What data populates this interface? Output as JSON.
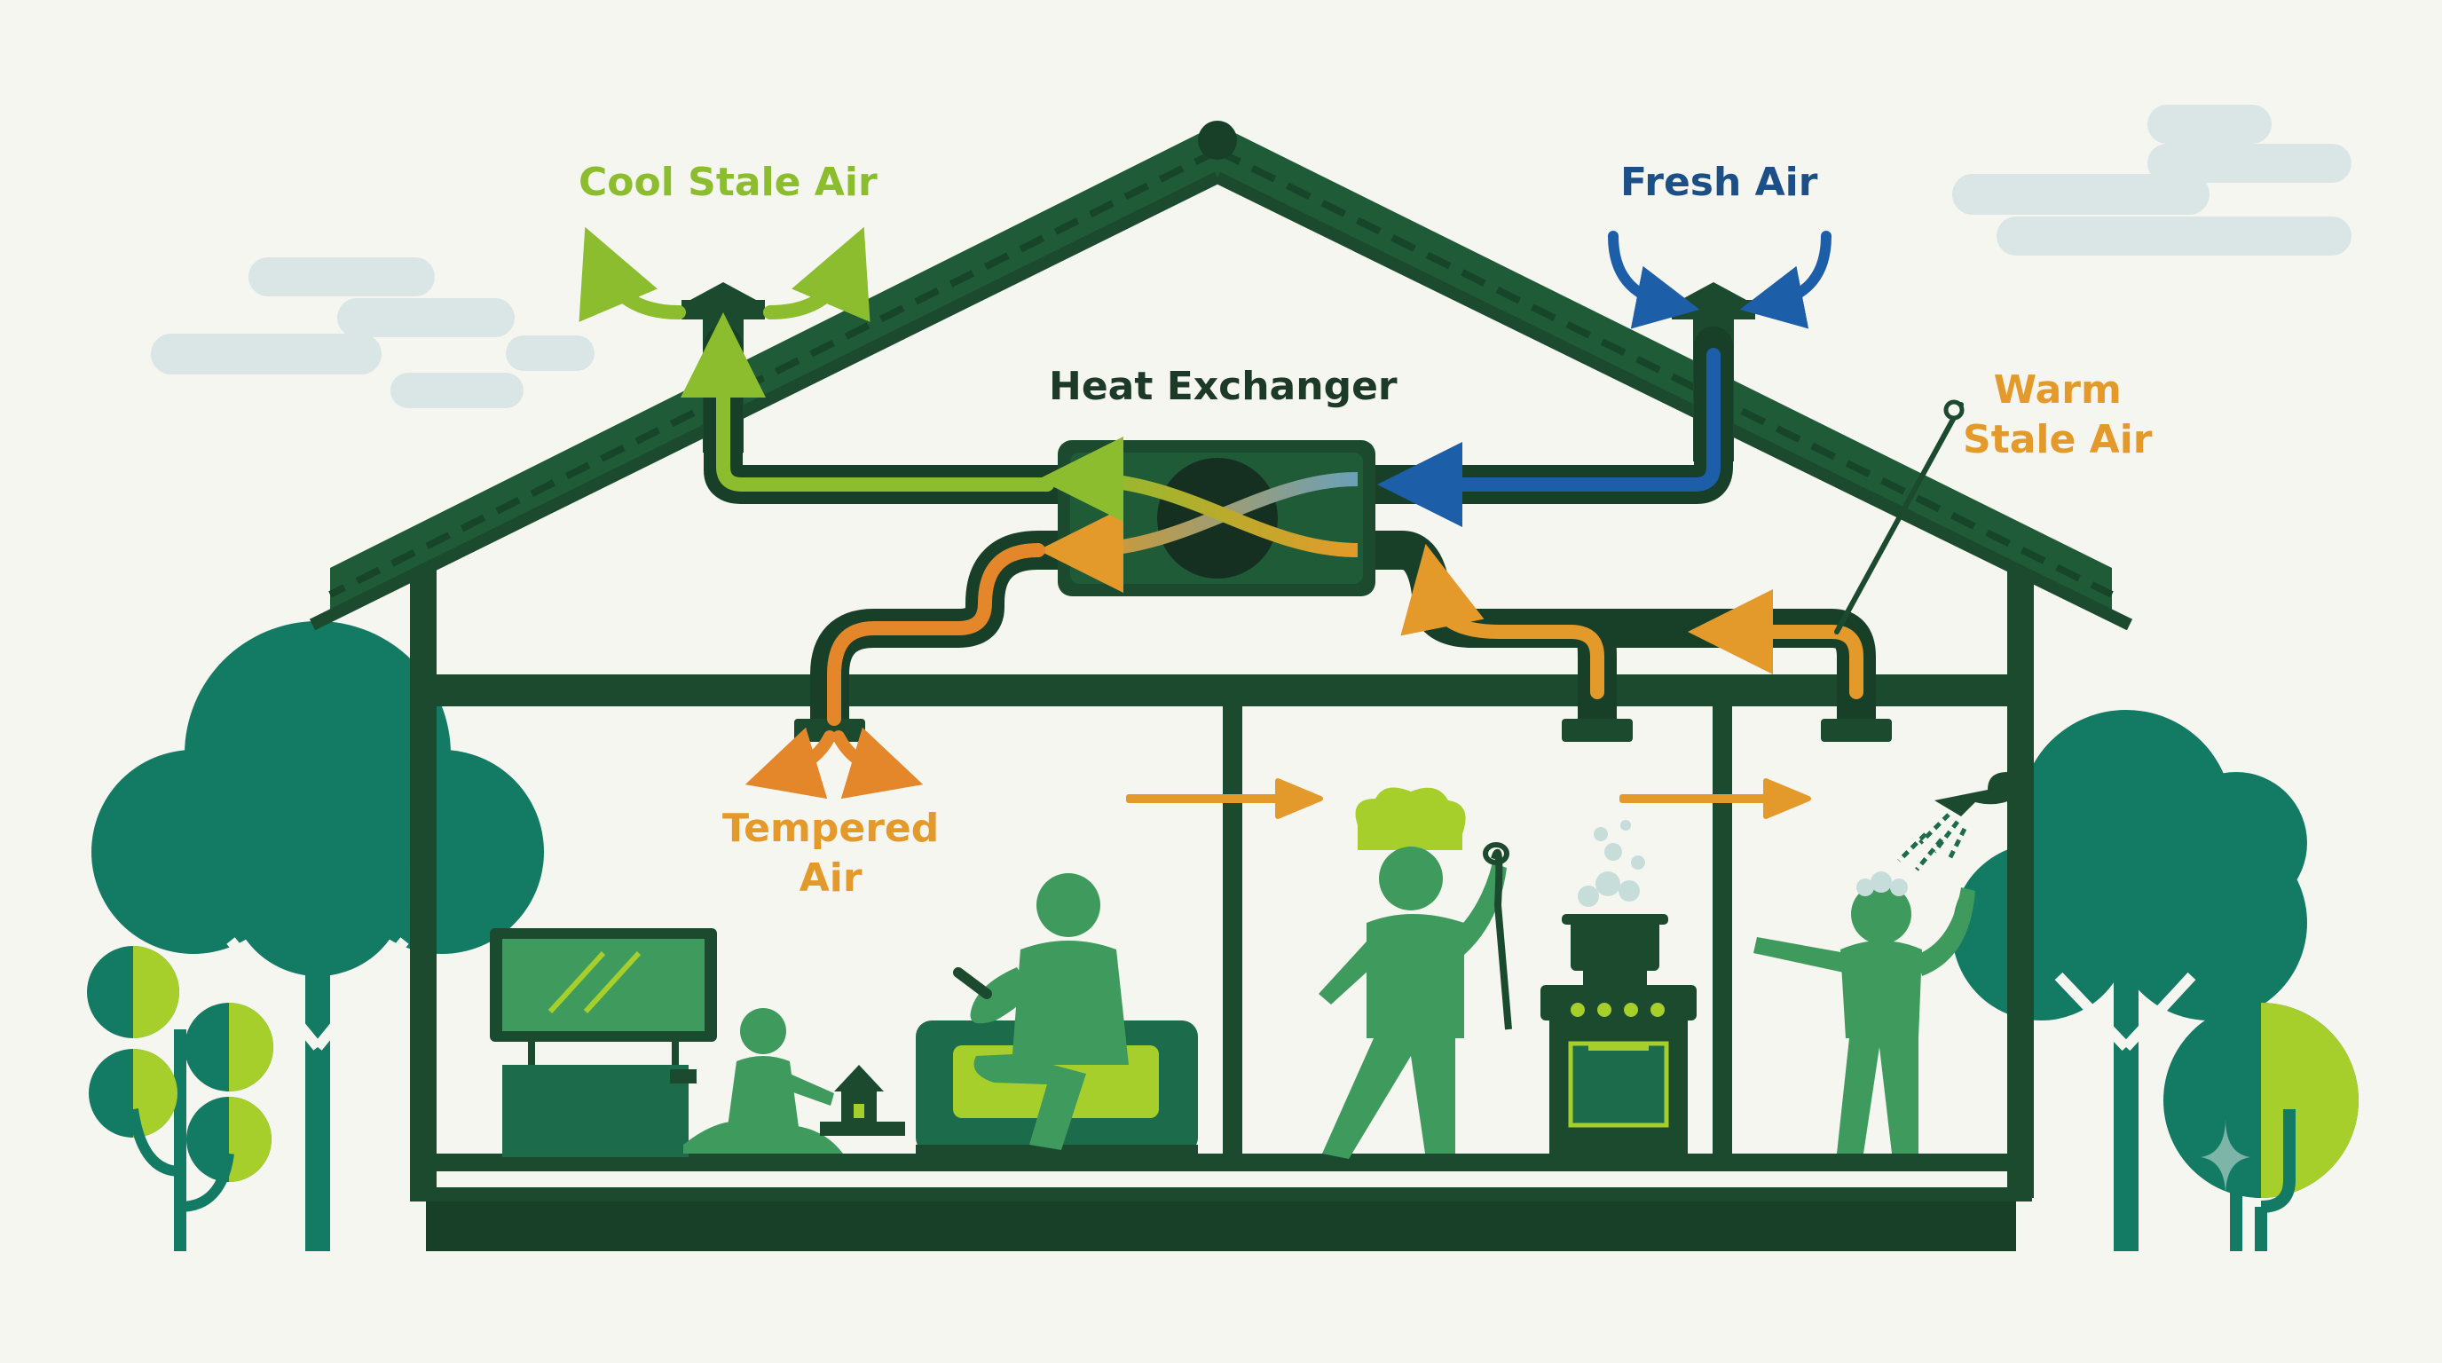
{
  "labels": {
    "cool_stale_air": "Cool Stale Air",
    "fresh_air": "Fresh Air",
    "heat_exchanger": "Heat Exchanger",
    "warm_stale_air": [
      "Warm",
      "Stale Air"
    ],
    "tempered_air": [
      "Tempered",
      "Air"
    ]
  },
  "colors": {
    "background": "#f6f6f1",
    "house_dark": "#1c4a2e",
    "roof": "#205b38",
    "duct": "#183f27",
    "cool_air": "#8cbd2e",
    "fresh_air": "#1d5ea8",
    "warm_air": "#e49a2b",
    "tempered_air": "#e4872b",
    "people": "#3f9a5e",
    "lime": "#a6cf2c",
    "tree": "#137a63",
    "cloud": "#d9e6e5"
  },
  "icons": [
    "exhaust-vent-icon",
    "intake-vent-icon",
    "heat-exchanger-core-icon",
    "tv-icon",
    "child-playing-icon",
    "person-on-sofa-icon",
    "chef-icon",
    "stove-icon",
    "cooking-pot-icon",
    "person-showering-icon",
    "shower-head-icon",
    "tree-icon",
    "cloud-icon"
  ]
}
